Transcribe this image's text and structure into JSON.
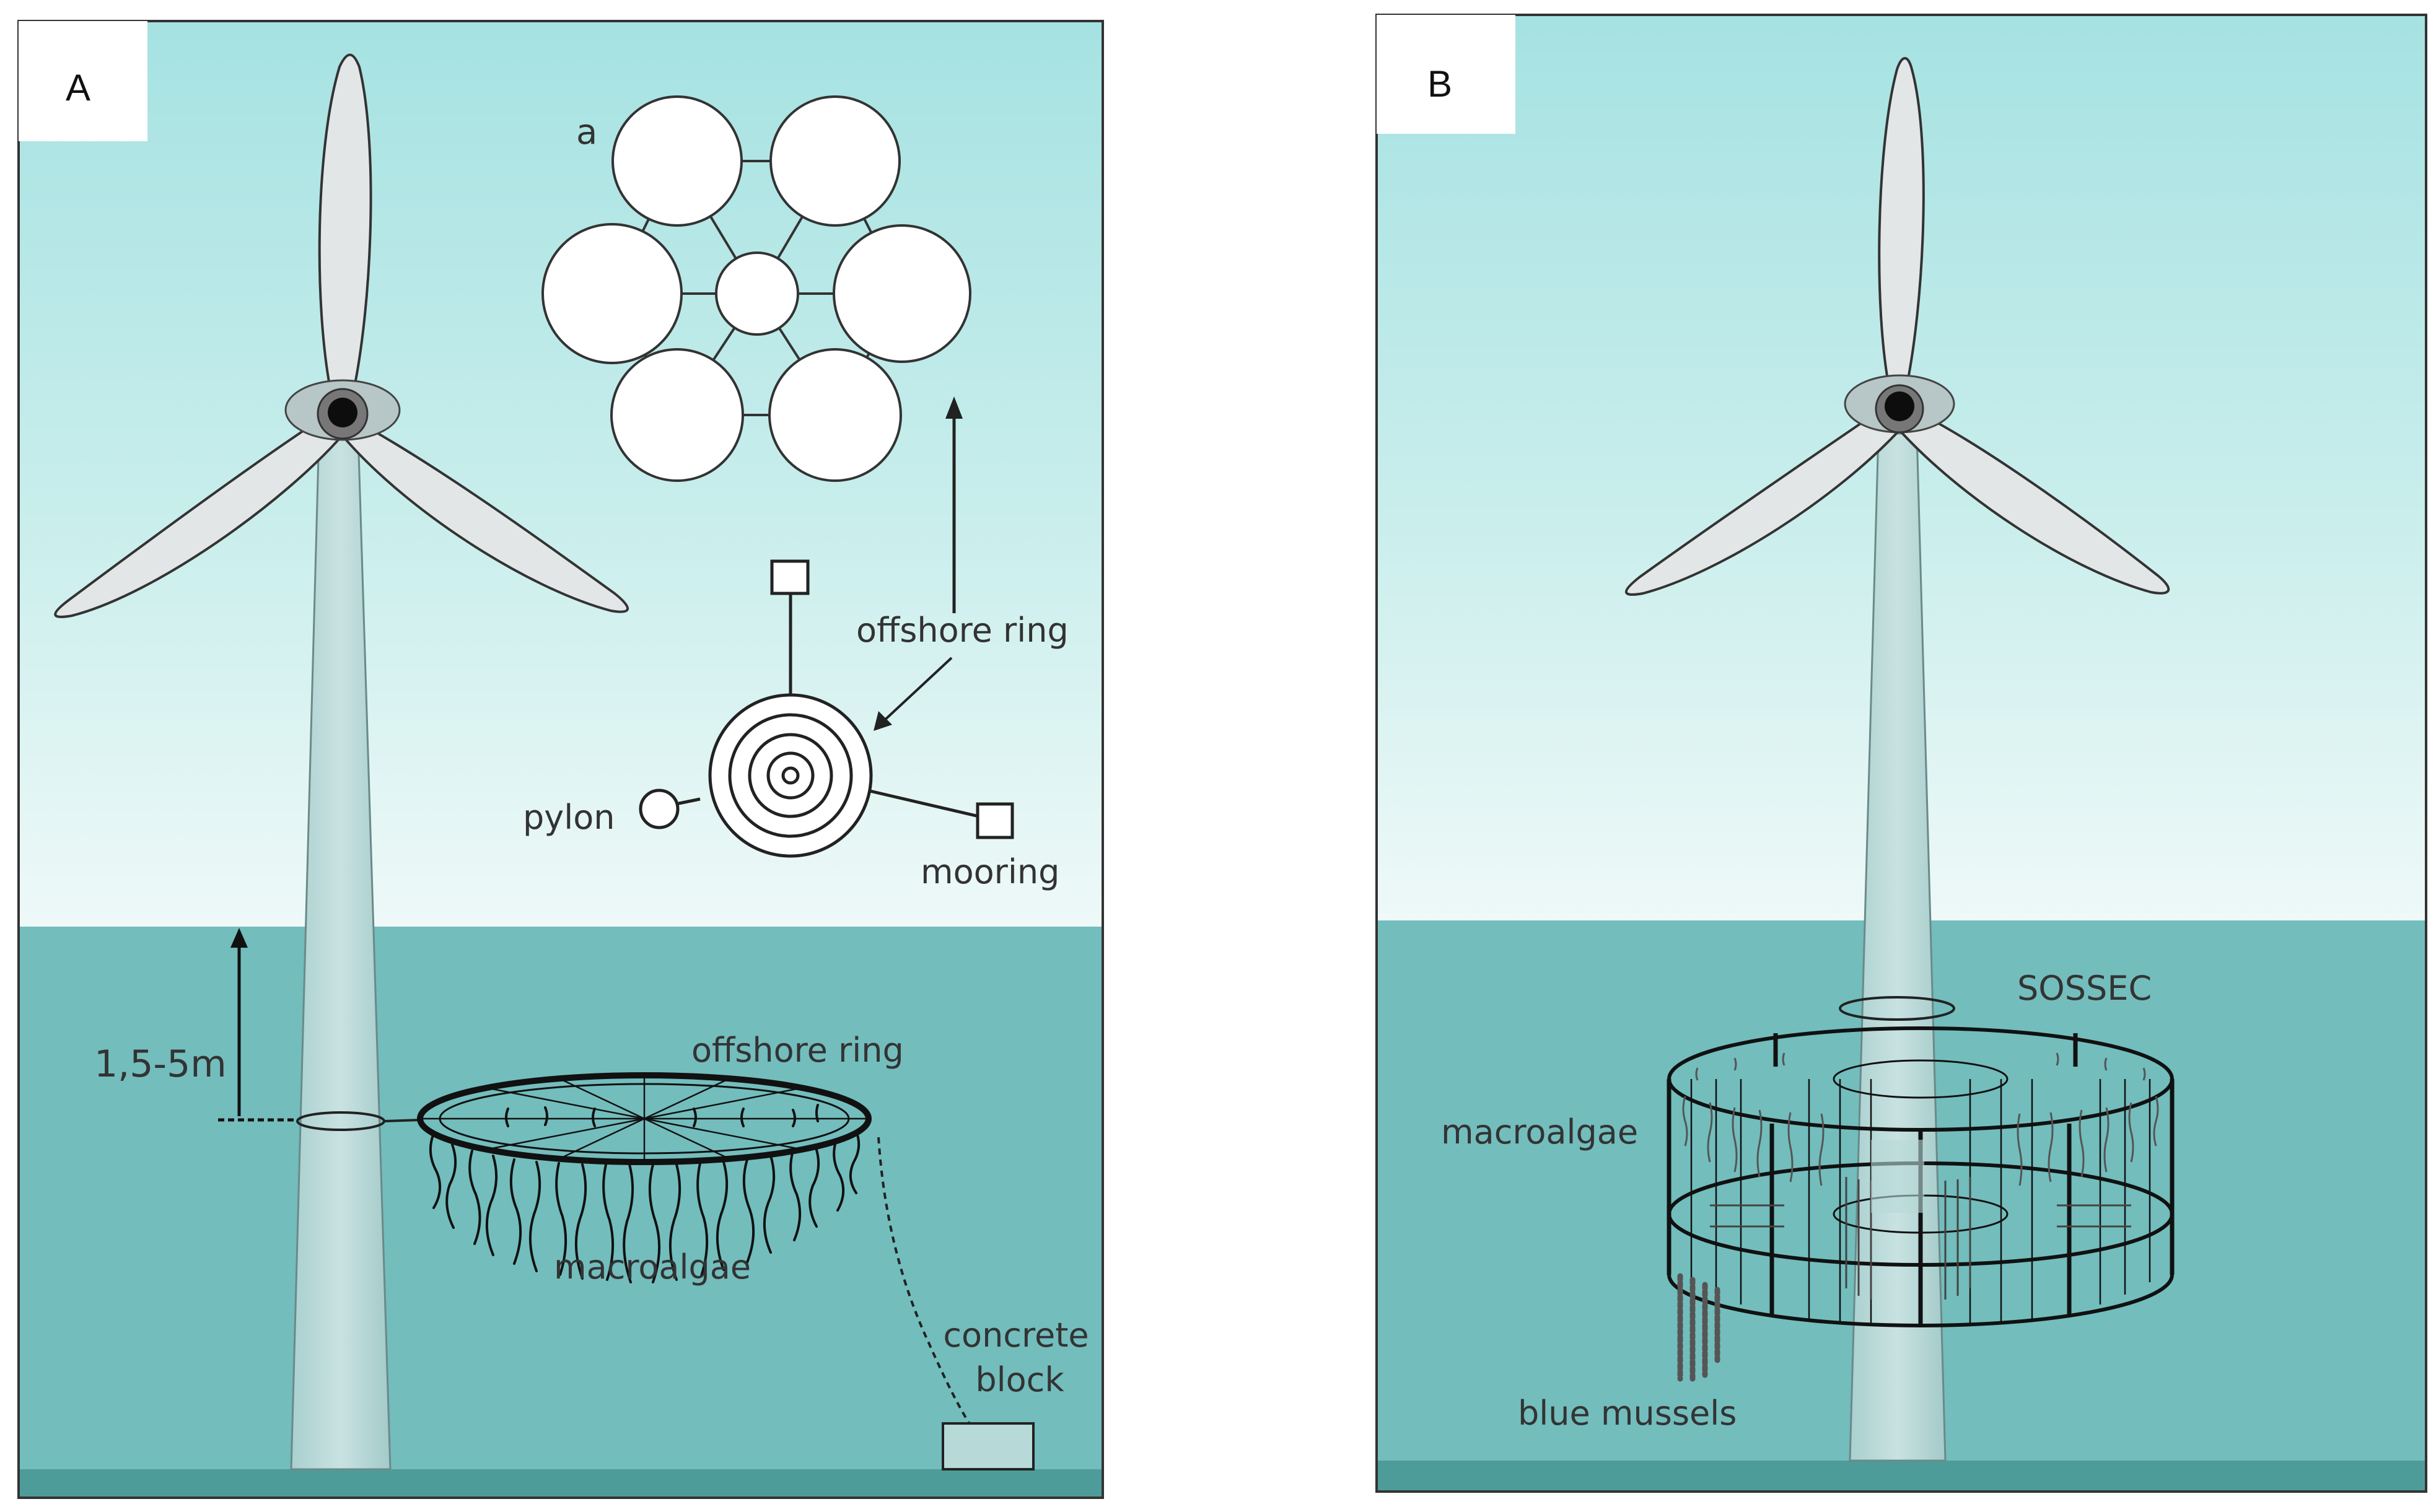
{
  "panel_a": {
    "label": "A",
    "inset_label": "a",
    "labels": {
      "offshore_ring_top": "offshore ring",
      "pylon": "pylon",
      "mooring": "mooring",
      "depth": "1,5-5m",
      "offshore_ring_water": "offshore ring",
      "macroalgae": "macroalgae",
      "concrete": "concrete",
      "block": "block"
    }
  },
  "panel_b": {
    "label": "B",
    "labels": {
      "sossec": "SOSSEC",
      "macroalgae": "macroalgae",
      "blue_mussels": "blue mussels"
    }
  },
  "colors": {
    "sky_top": "#a6e2e2",
    "sky_bottom": "#e9f7f6",
    "water": "#73bdbd",
    "seabed": "#4e9c9a",
    "tower": "#b7d9d8",
    "blade": "#e2e6e6",
    "ink": "#1a1a1a"
  }
}
